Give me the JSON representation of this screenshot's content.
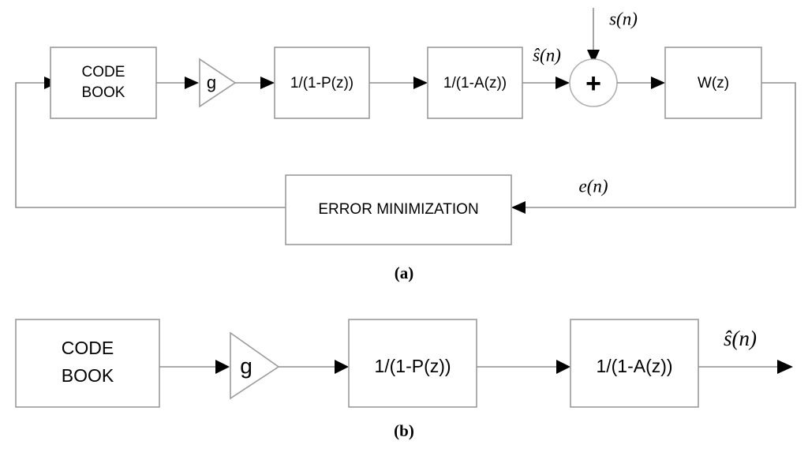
{
  "figure": {
    "caption_a": "(a)",
    "caption_b": "(b)",
    "panel_a": {
      "blocks": {
        "codebook_line1": "CODE",
        "codebook_line2": "BOOK",
        "gain": "g",
        "pitch_filter": "1/(1-P(z))",
        "lpc_filter": "1/(1-A(z))",
        "weighting_filter": "W(z)",
        "error_minimization": "ERROR MINIMIZATION",
        "summer": "+"
      },
      "signals": {
        "input_speech": "s(n)",
        "synthetic_speech": "ŝ(n)",
        "error": "e(n)"
      }
    },
    "panel_b": {
      "blocks": {
        "codebook_line1": "CODE",
        "codebook_line2": "BOOK",
        "gain": "g",
        "pitch_filter": "1/(1-P(z))",
        "lpc_filter": "1/(1-A(z))"
      },
      "signals": {
        "output": "ŝ(n)"
      }
    },
    "colors": {
      "stroke": "#9a9a9a",
      "wire": "#8f8f8f",
      "text": "#000000",
      "background": "#ffffff"
    }
  }
}
